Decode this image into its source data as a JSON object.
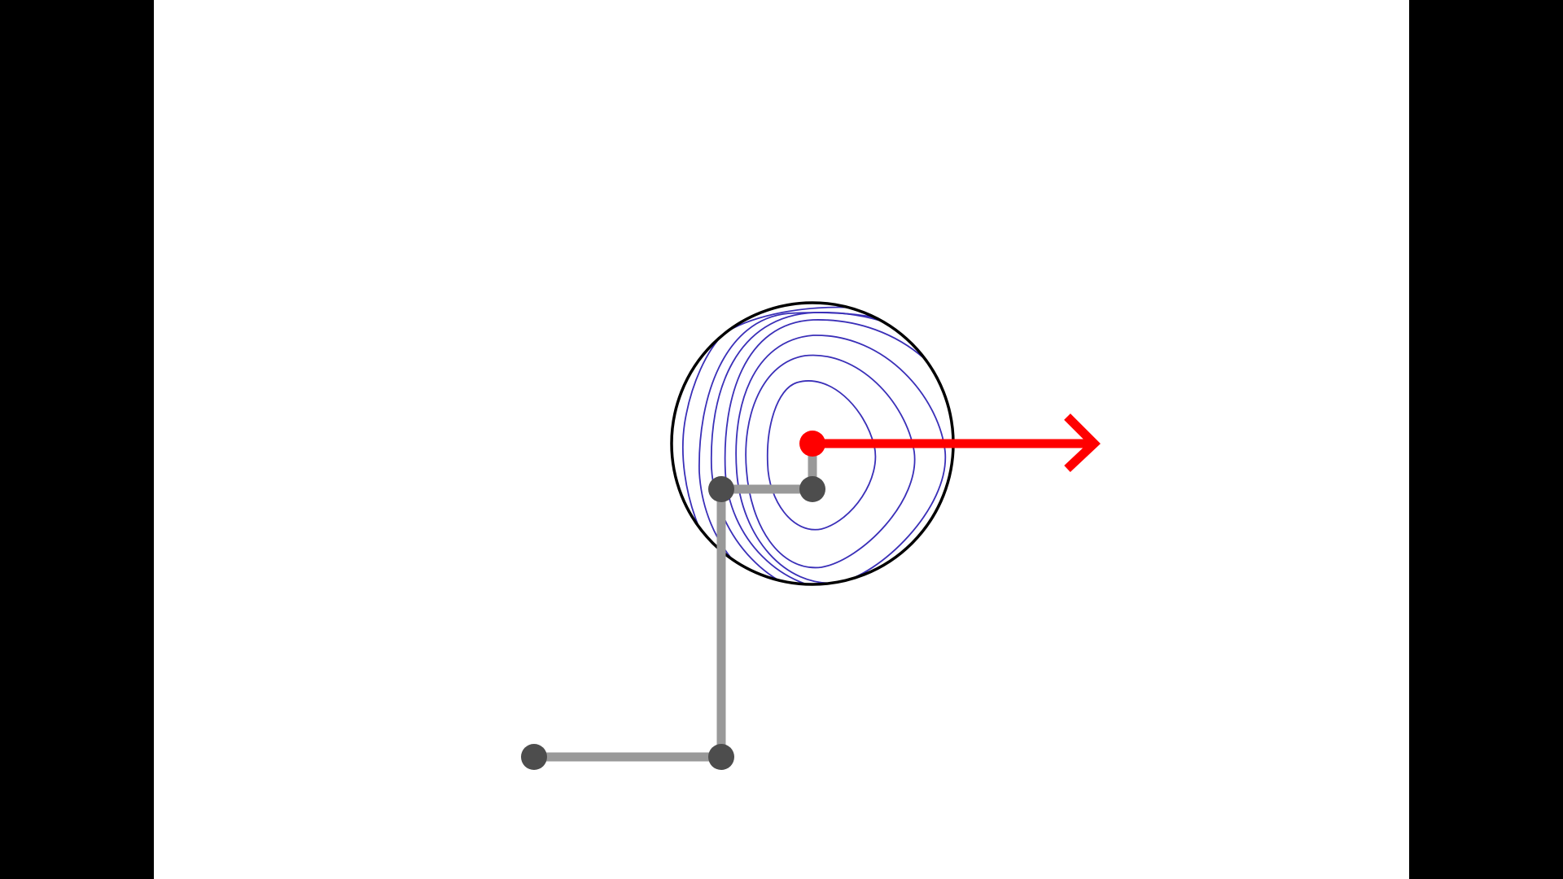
{
  "diagram": {
    "kind": "planar robotic arm with reachable-workspace contour plot",
    "colors": {
      "background": "#ffffff",
      "letterbox": "#000000",
      "link": "#999999",
      "joint": "#4d4d4d",
      "end_effector": "#ff0000",
      "direction_arrow": "#ff0000",
      "workspace_boundary": "#000000",
      "contour": "#3a2fb8"
    },
    "arm": {
      "joint_count": 4,
      "link_count": 4,
      "links": [
        "link-1",
        "link-2",
        "link-3",
        "link-4"
      ],
      "joints": [
        "base-joint",
        "joint-2",
        "joint-3",
        "joint-4"
      ]
    },
    "end_effector": {
      "label": "end-effector",
      "heading": "right"
    },
    "workspace": {
      "shape": "circle",
      "contour_level_count": 7
    }
  }
}
